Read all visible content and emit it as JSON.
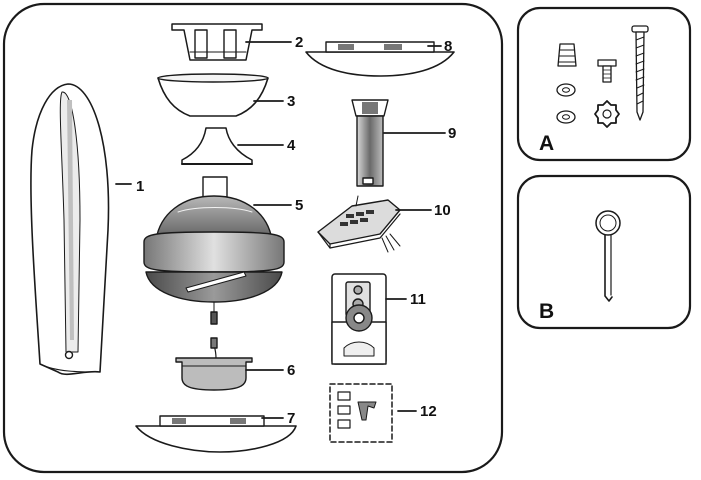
{
  "parts": [
    {
      "number": "1"
    },
    {
      "number": "2"
    },
    {
      "number": "3"
    },
    {
      "number": "4"
    },
    {
      "number": "5"
    },
    {
      "number": "6"
    },
    {
      "number": "7"
    },
    {
      "number": "8"
    },
    {
      "number": "9"
    },
    {
      "number": "10"
    },
    {
      "number": "11"
    },
    {
      "number": "12"
    }
  ],
  "panels": {
    "hardware": {
      "letter": "A"
    },
    "hook": {
      "letter": "B"
    }
  },
  "colors": {
    "line": "#1a1a1a",
    "shade_dark": "#6e6e6e",
    "shade_light": "#d4d4d4"
  }
}
